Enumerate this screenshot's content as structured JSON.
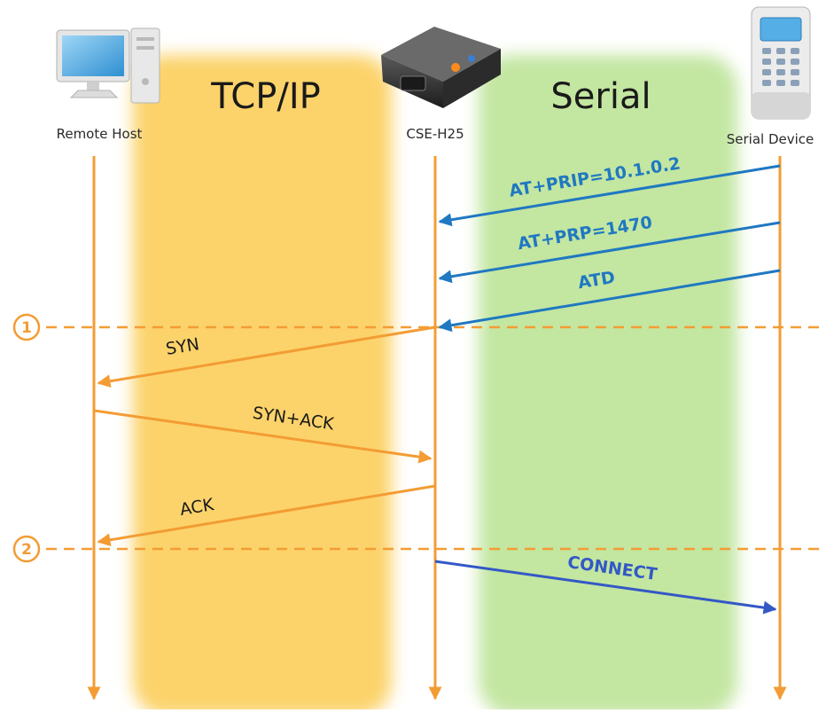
{
  "zones": {
    "tcpip": {
      "label": "TCP/IP",
      "color": "#fcd36a"
    },
    "serial": {
      "label": "Serial",
      "color": "#c3e6a1"
    }
  },
  "participants": {
    "remote_host": {
      "label": "Remote Host",
      "icon": "desktop-computer-icon"
    },
    "cse_h25": {
      "label": "CSE-H25",
      "icon": "serial-device-server-icon"
    },
    "serial_device": {
      "label": "Serial Device",
      "icon": "keypad-terminal-icon"
    }
  },
  "markers": [
    {
      "label": "1"
    },
    {
      "label": "2"
    }
  ],
  "messages": [
    {
      "label": "AT+PRIP=10.1.0.2",
      "from": "serial_device",
      "to": "cse_h25",
      "color": "#1f78c1"
    },
    {
      "label": "AT+PRP=1470",
      "from": "serial_device",
      "to": "cse_h25",
      "color": "#1f78c1"
    },
    {
      "label": "ATD",
      "from": "serial_device",
      "to": "cse_h25",
      "color": "#1f78c1"
    },
    {
      "label": "SYN",
      "from": "cse_h25",
      "to": "remote_host",
      "color": "#f39c34"
    },
    {
      "label": "SYN+ACK",
      "from": "remote_host",
      "to": "cse_h25",
      "color": "#f39c34"
    },
    {
      "label": "ACK",
      "from": "cse_h25",
      "to": "remote_host",
      "color": "#f39c34"
    },
    {
      "label": "CONNECT",
      "from": "cse_h25",
      "to": "serial_device",
      "color": "#3358c6"
    }
  ],
  "colors": {
    "lifeline": "#f39c34",
    "marker": "#f39c34"
  }
}
